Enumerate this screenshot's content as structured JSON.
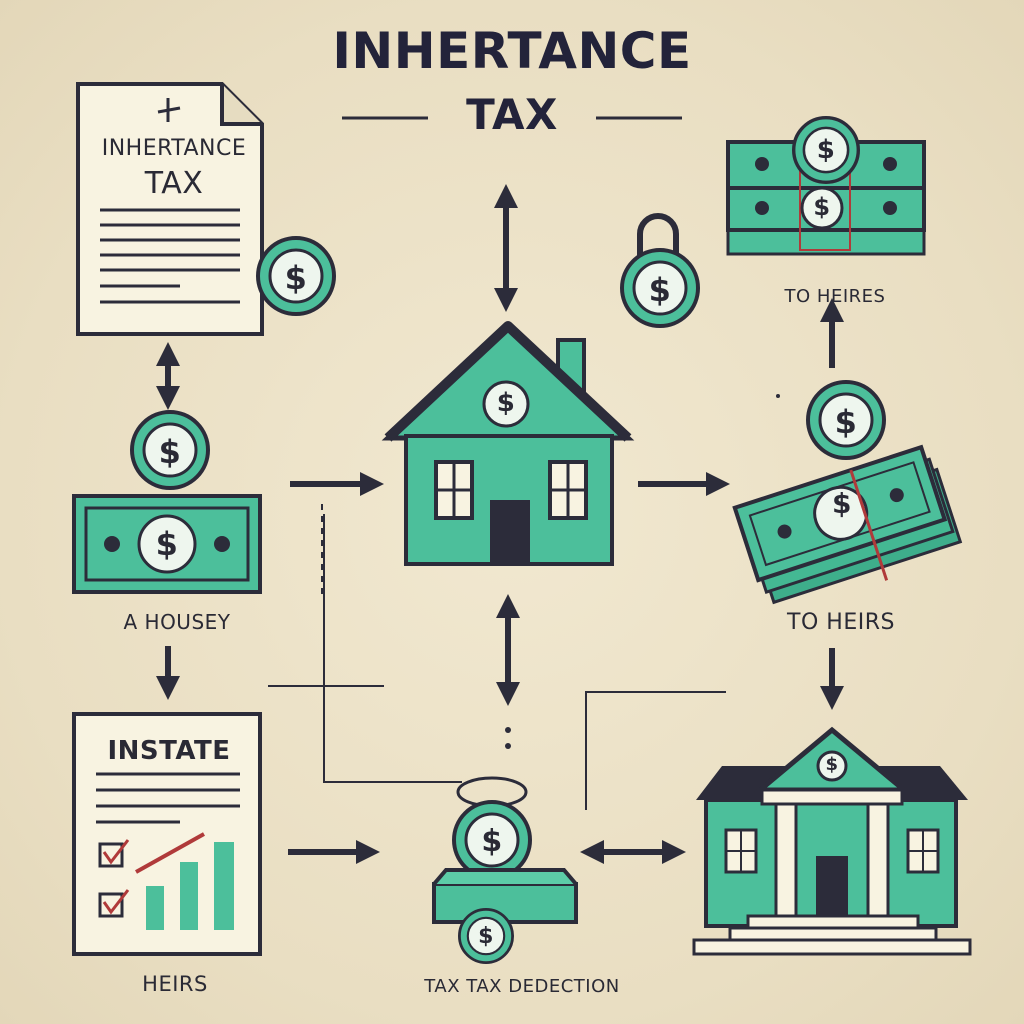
{
  "header": {
    "title_line1": "INHERTANCE",
    "title_line2": "TAX"
  },
  "document_top": {
    "title_line1": "INHERTANCE",
    "title_line2": "TAX"
  },
  "document_bottom": {
    "title": "INSTATE"
  },
  "labels": {
    "a_housy": "A HOUSEY",
    "heirs": "HEIRS",
    "to_heires": "TO HEIRES",
    "to_heirs": "TO HEIRS",
    "tax_deduction": "TAX TAX DEDECTION"
  },
  "coin_symbol": "$",
  "colors": {
    "background": "#ece2c8",
    "teal": "#4cbf9b",
    "dark": "#2c2c3a",
    "paper": "#f8f3e1"
  },
  "icons": [
    "document-icon",
    "coin-icon",
    "banknote-icon",
    "house-icon",
    "money-stack-icon",
    "money-bag-icon",
    "bank-icon",
    "arrow-icon",
    "bar-chart-icon",
    "checkbox-icon"
  ]
}
